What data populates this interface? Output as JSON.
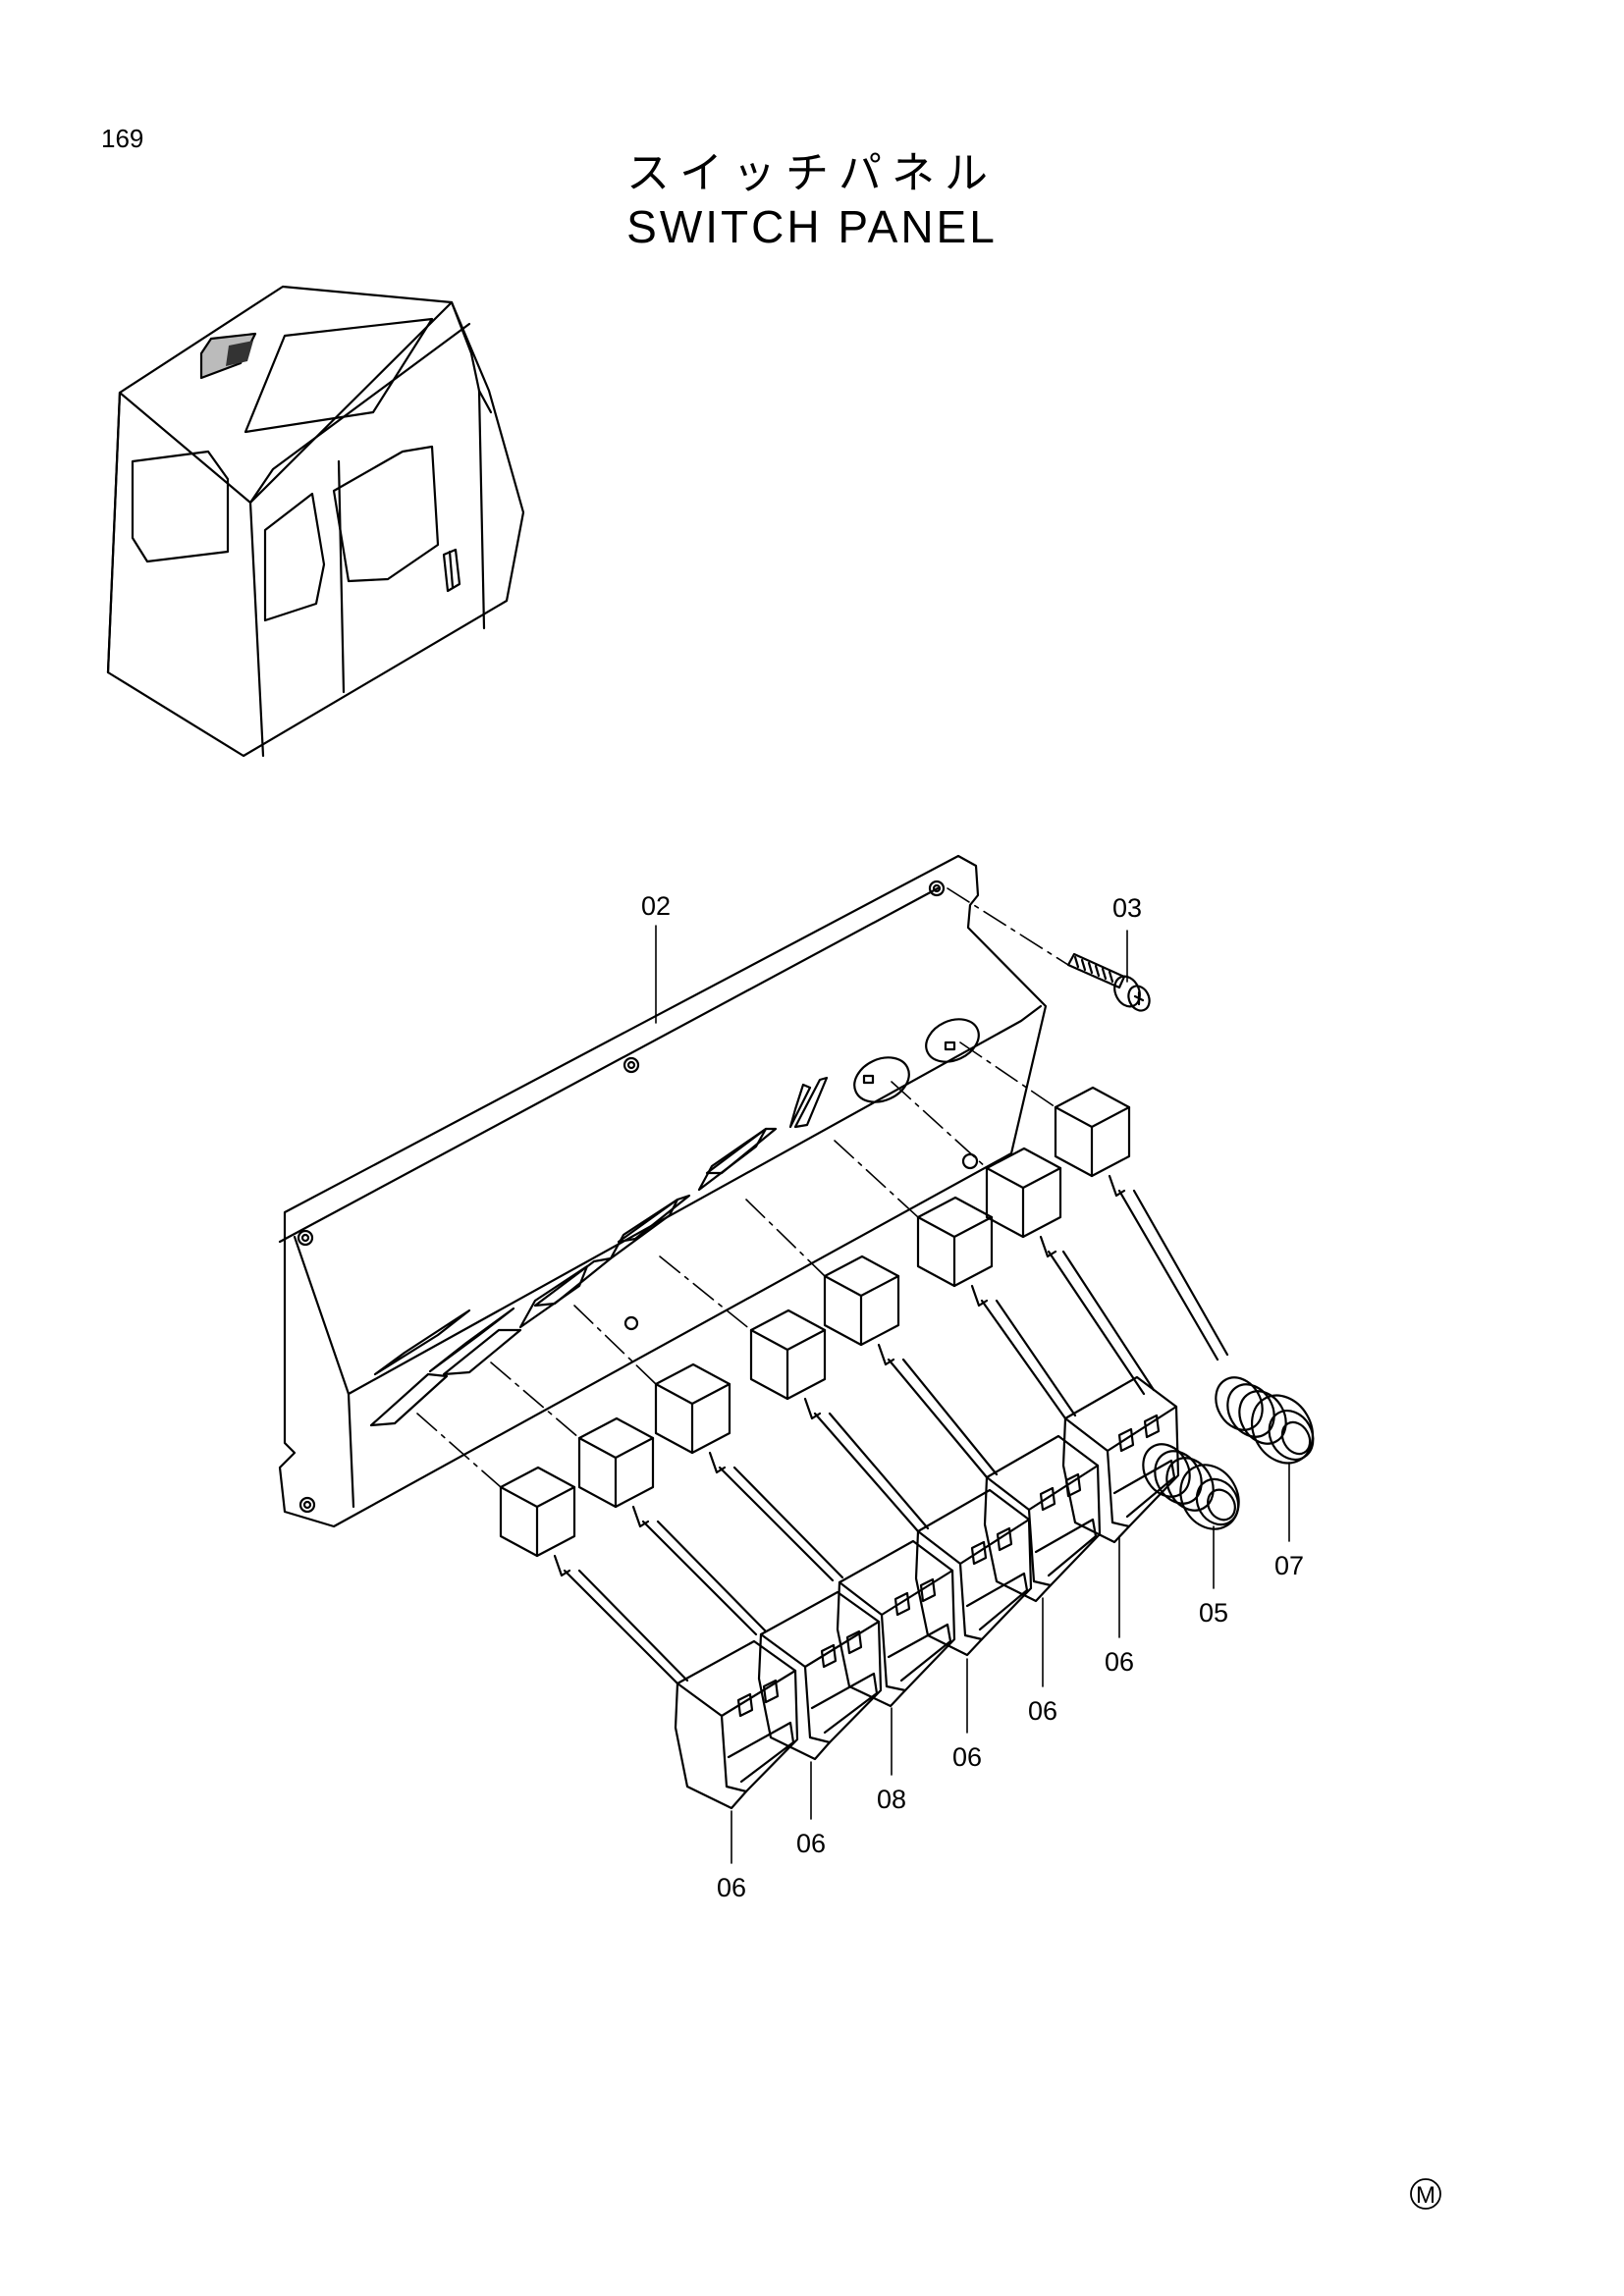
{
  "page_number": "169",
  "title_jp": "スイッチパネル",
  "title_en": "SWITCH PANEL",
  "callouts": {
    "panel": "02",
    "screw": "03",
    "switch_round_small": "05",
    "switch_round_large": "07",
    "switch_a": "06",
    "switch_b": "06",
    "switch_c": "08",
    "switch_d": "06",
    "switch_e": "06",
    "switch_f": "06"
  },
  "corner_mark": "M"
}
